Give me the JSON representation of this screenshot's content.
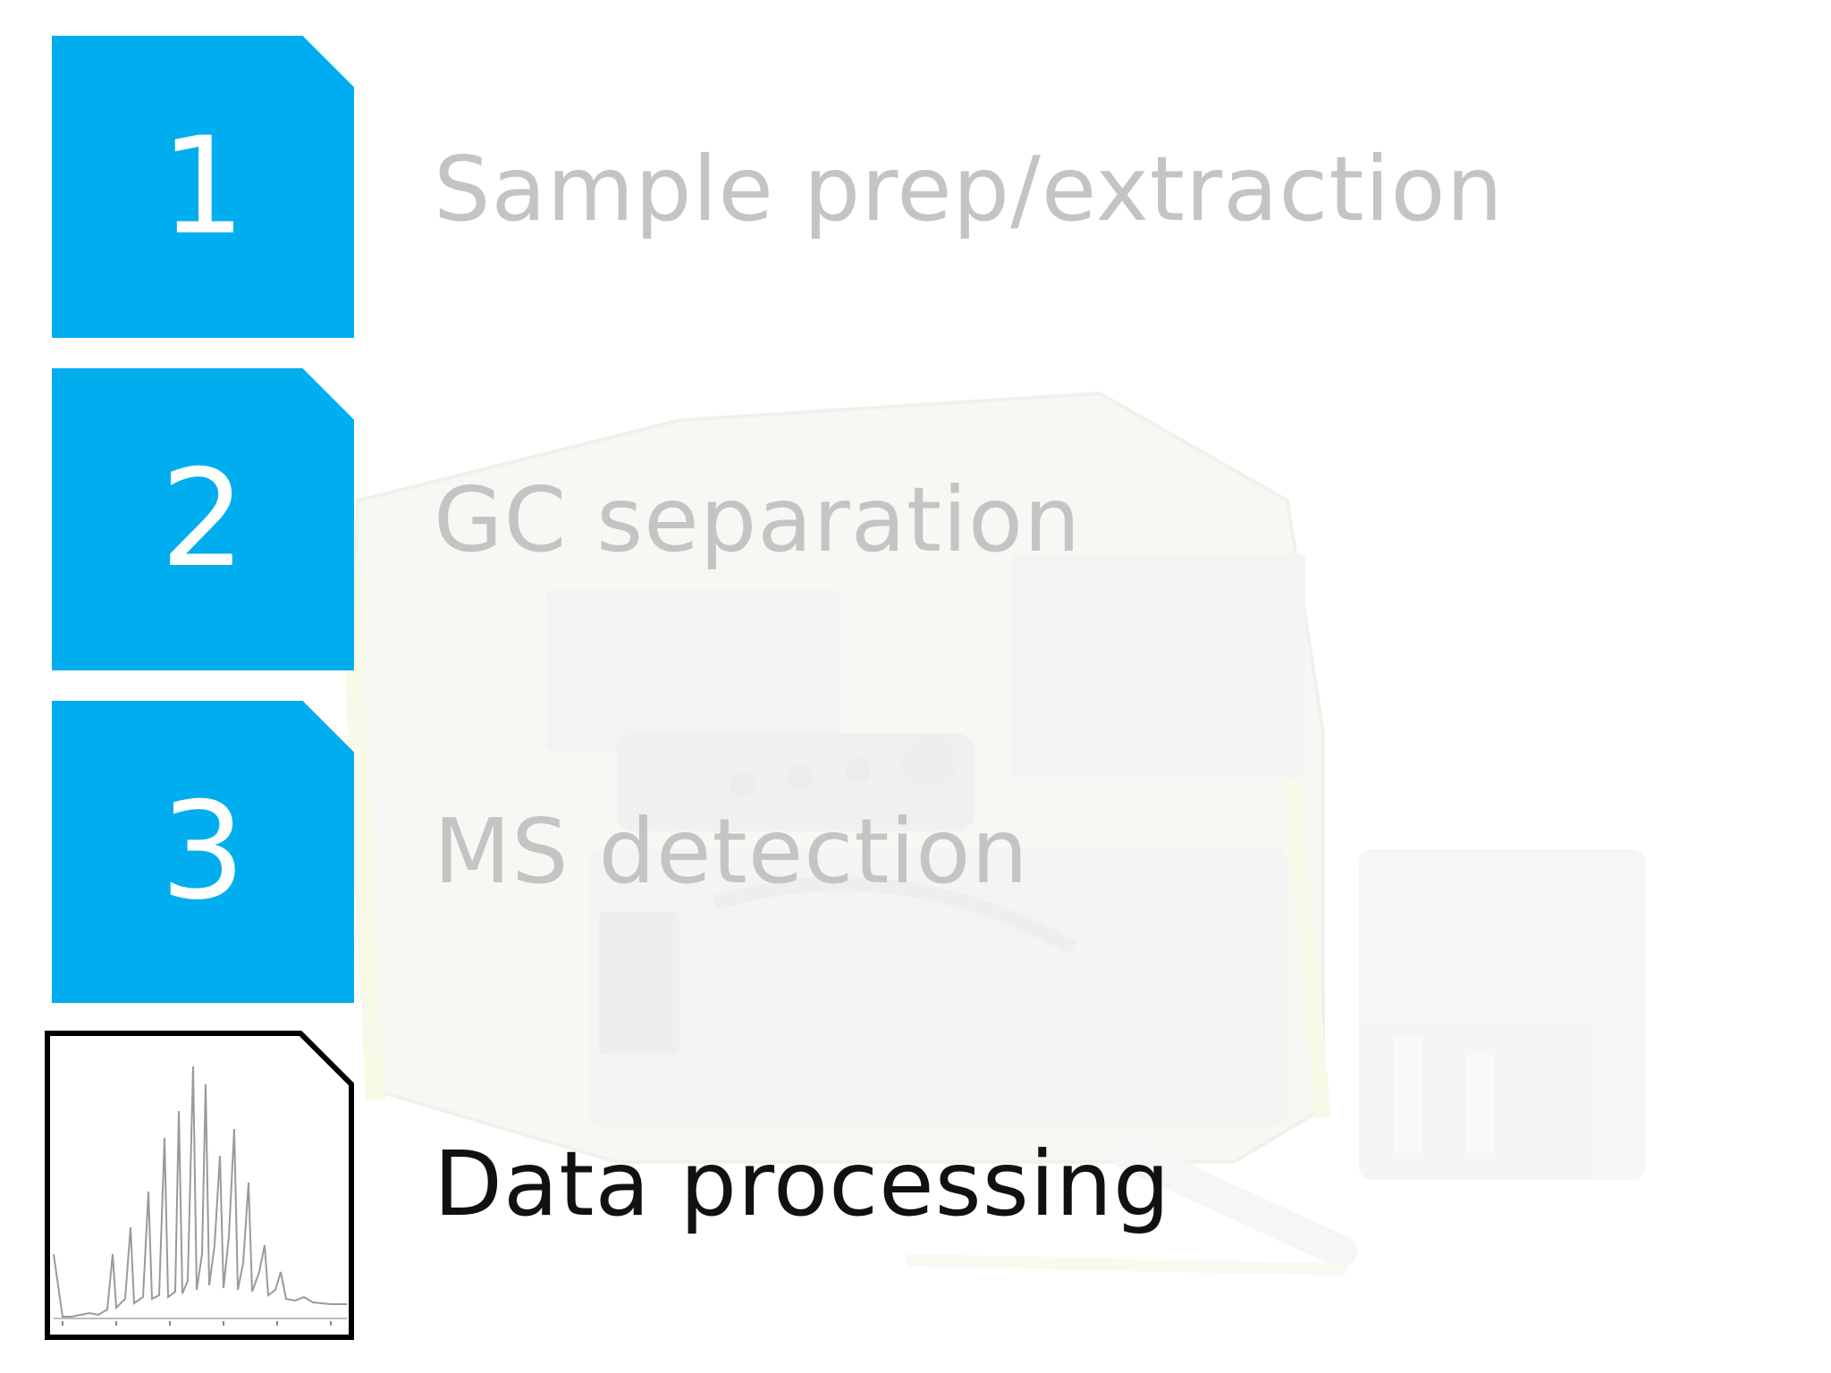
{
  "slide": {
    "background_photo": "portable-gc-ms-instrument-photo"
  },
  "steps": [
    {
      "number": "1",
      "label": "Sample prep/extraction",
      "active": false
    },
    {
      "number": "2",
      "label": "GC separation",
      "active": false
    },
    {
      "number": "3",
      "label": "MS detection",
      "active": false
    },
    {
      "label": "Data processing",
      "active": true,
      "icon": "chromatogram-icon"
    }
  ],
  "colors": {
    "badge_blue": "#00aeef",
    "inactive_text": "#c4c4c4",
    "active_text": "#111111"
  }
}
